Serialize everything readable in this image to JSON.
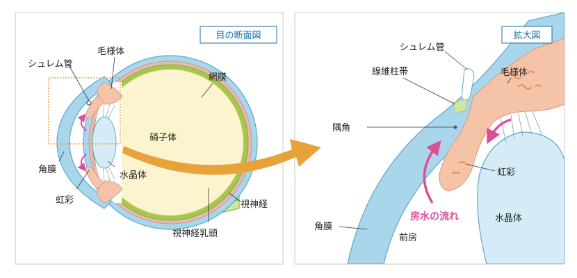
{
  "left_panel": {
    "title": "目の断面図",
    "labels": {
      "schlemm": "シュレム管",
      "ciliary": "毛様体",
      "retina": "網膜",
      "vitreous": "硝子体",
      "cornea": "角膜",
      "lens": "水晶体",
      "iris": "虹彩",
      "optic_nerve": "視神経",
      "optic_disc": "視神経乳頭"
    }
  },
  "right_panel": {
    "title": "拡大図",
    "labels": {
      "schlemm": "シュレム管",
      "trabecular": "線維柱帯",
      "ciliary": "毛様体",
      "angle": "隅角",
      "iris": "虹彩",
      "aqueous_flow": "房水の流れ",
      "cornea": "角膜",
      "lens": "水晶体",
      "anterior_chamber": "前房"
    }
  },
  "colors": {
    "cornea_sclera": "#a9d6ea",
    "sclera_outline": "#5aa9cf",
    "retina_green": "#a6c84a",
    "choroid_pink": "#e8b8b0",
    "vitreous": "#fbf4cf",
    "lens": "#d5ebf6",
    "ciliary_iris": "#f4c3a8",
    "flow_arrow": "#dd4e98",
    "big_arrow": "#e8a23a",
    "zoom_box": "#e8a23a"
  }
}
